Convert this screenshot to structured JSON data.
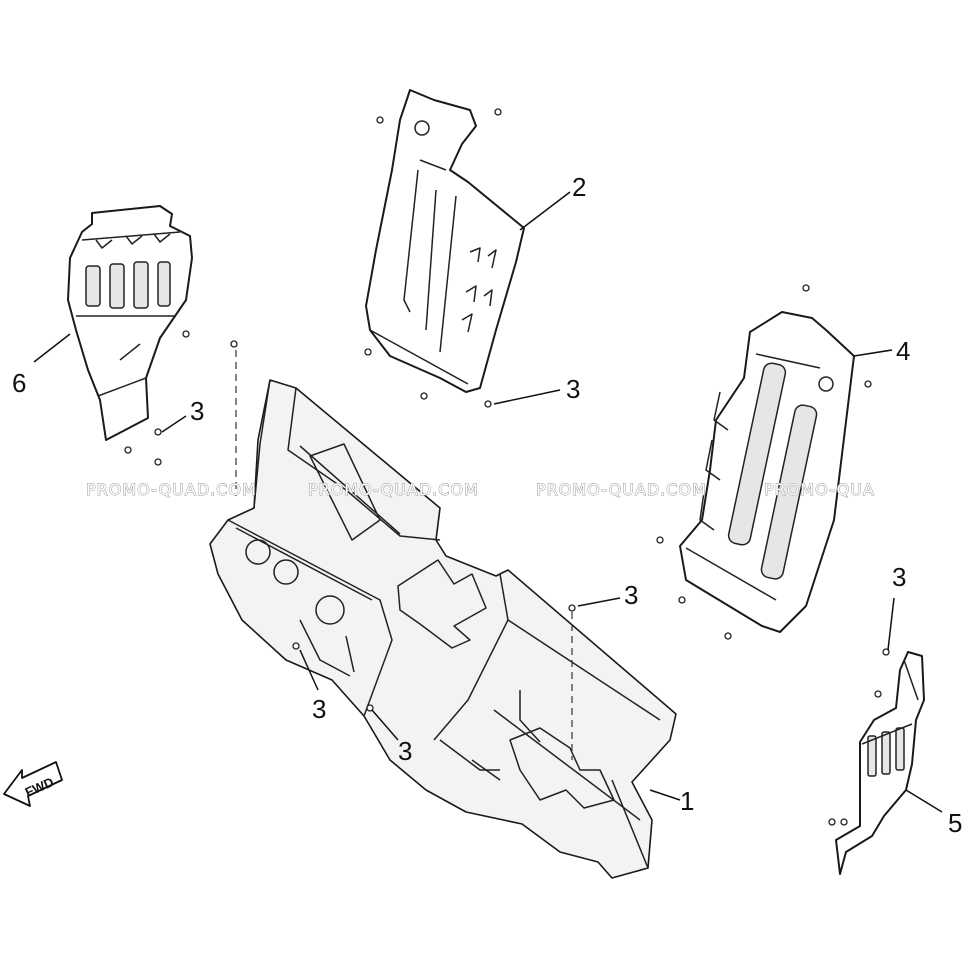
{
  "callouts": {
    "part_1": "1",
    "part_2": "2",
    "part_3_a": "3",
    "part_3_b": "3",
    "part_3_c": "3",
    "part_3_d": "3",
    "part_3_e": "3",
    "part_3_f": "3",
    "part_4": "4",
    "part_5": "5",
    "part_6": "6"
  },
  "watermarks": [
    "PROMO-QUAD.COM",
    "PROMO-QUAD.COM",
    "PROMO-QUAD.COM",
    "PROMO-QUA"
  ],
  "direction_arrow": {
    "label": "FWD",
    "icon": "fwd-arrow-icon"
  }
}
